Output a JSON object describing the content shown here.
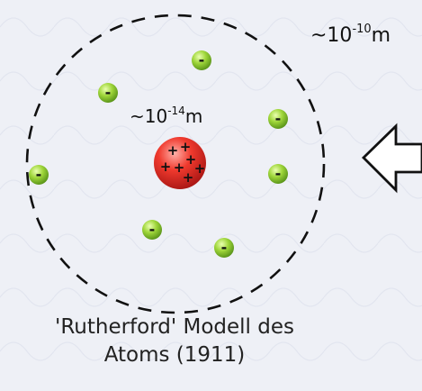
{
  "diagram": {
    "atom_size_label": {
      "base": "~10",
      "exp": "-10",
      "unit": "m"
    },
    "nucleus_size_label": {
      "base": "~10",
      "exp": "-14",
      "unit": "m"
    },
    "electron_sign": "-",
    "proton_sign": "+",
    "arrow_symbol": "arrow-left-icon",
    "caption_line1": "'Rutherford' Modell des",
    "caption_line2": "Atoms (1911)"
  },
  "colors": {
    "electron_green": "#7ab82b",
    "nucleus_red": "#d42020",
    "orbit_dash": "#111111",
    "background": "#eef0f6"
  }
}
